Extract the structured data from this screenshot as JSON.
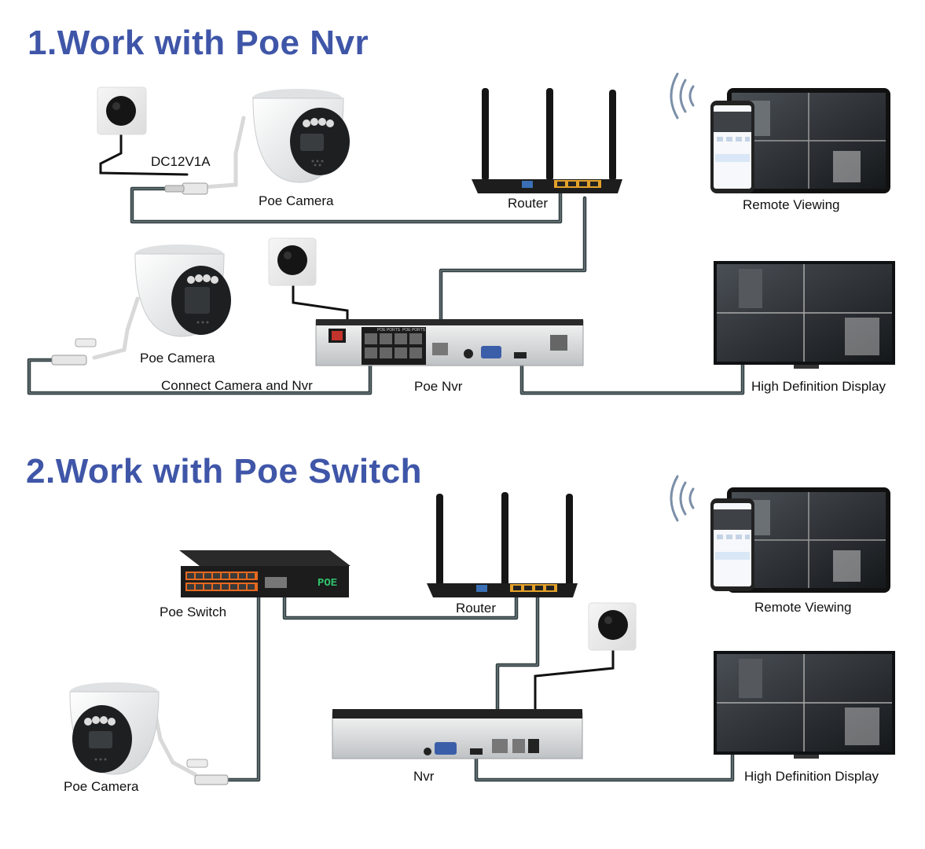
{
  "section1": {
    "title": "1.Work with Poe Nvr",
    "labels": {
      "dc_power": "DC12V1A",
      "poe_camera_top": "Poe Camera",
      "router": "Router",
      "remote_viewing": "Remote Viewing",
      "poe_camera_left": "Poe Camera",
      "connect_camera_nvr": "Connect Camera and Nvr",
      "poe_nvr": "Poe Nvr",
      "hd_display": "High Definition Display"
    }
  },
  "section2": {
    "title": "2.Work with Poe Switch",
    "labels": {
      "poe_switch": "Poe Switch",
      "router": "Router",
      "remote_viewing": "Remote Viewing",
      "poe_camera": "Poe Camera",
      "nvr": "Nvr",
      "hd_display": "High Definition Display"
    }
  },
  "device_text": {
    "switch_display": "POE",
    "nvr_port_label_1": "POE PORTS",
    "nvr_port_label_2": "POE PORTS"
  },
  "colors": {
    "title": "#3f56a8",
    "cable": "#2f3b3e",
    "device_dark": "#1d1d1d",
    "port_orange": "#e8681f"
  },
  "icons": [
    "wifi-signal-icon",
    "power-plug-icon",
    "camera-icon",
    "router-icon",
    "nvr-icon",
    "switch-icon",
    "monitor-icon",
    "tablet-icon",
    "phone-icon"
  ]
}
